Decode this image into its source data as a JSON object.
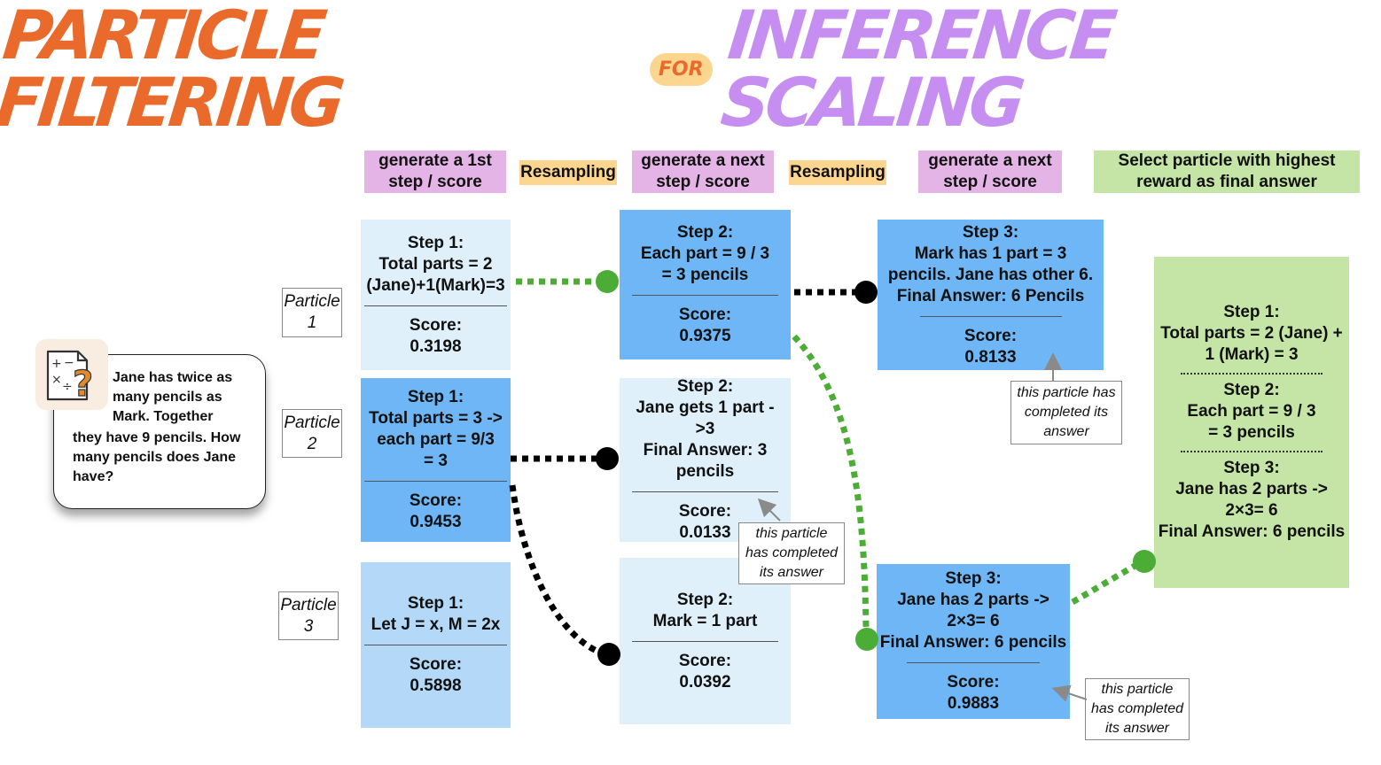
{
  "title": {
    "left": "PARTICLE FILTERING",
    "connector": "FOR",
    "right": "INFERENCE SCALING",
    "left_color": "#ea6a2c",
    "right_color": "#c68ef0"
  },
  "headers": {
    "gen1": "generate a 1st\nstep / score",
    "resample1": "Resampling",
    "gen2": "generate a next\nstep / score",
    "resample2": "Resampling",
    "gen3": "generate a next\nstep / score",
    "select": "Select particle with highest\nreward as final answer"
  },
  "question": {
    "lines": [
      "Jane has twice as",
      "many pencils as",
      "Mark. Together",
      "they have 9 pencils. How",
      "many pencils does Jane",
      "have?"
    ],
    "icon": "math-operations-question-icon"
  },
  "particles": [
    "Particle\n1",
    "Particle\n2",
    "Particle\n3"
  ],
  "steps": {
    "s1_p1": {
      "text": "Step 1:\nTotal parts = 2\n(Jane)+1(Mark)=3",
      "score": "Score:\n0.3198"
    },
    "s1_p2": {
      "text": "Step 1:\nTotal parts = 3 ->\neach part = 9/3\n= 3",
      "score": "Score:\n0.9453"
    },
    "s1_p3": {
      "text": "Step 1:\nLet J = x, M = 2x",
      "score": "Score:\n0.5898"
    },
    "s2_a": {
      "text": "Step 2:\nEach part = 9 / 3\n= 3 pencils",
      "score": "Score:\n0.9375"
    },
    "s2_b": {
      "text": "Step 2:\nJane gets 1 part ->3\nFinal Answer: 3\npencils",
      "score": "Score:\n0.0133"
    },
    "s2_c": {
      "text": "Step 2:\nMark = 1 part",
      "score": "Score:\n0.0392"
    },
    "s3_a": {
      "text": "Step 3:\nMark has 1 part = 3\npencils. Jane has other 6.\nFinal Answer: 6 Pencils",
      "score": "Score:\n0.8133"
    },
    "s3_b": {
      "text": "Step 3:\nJane has 2 parts ->\n2×3= 6\nFinal Answer: 6 pencils",
      "score": "Score:\n0.9883"
    }
  },
  "notes": {
    "n1": "this particle has\ncompleted its\nanswer",
    "n2": "this particle\nhas completed\nits answer",
    "n3": "this particle\nhas completed\nits answer"
  },
  "final": {
    "step1": "Step 1:\nTotal parts = 2 (Jane) +\n1 (Mark) = 3",
    "step2": "Step 2:\nEach part = 9 / 3\n= 3 pencils",
    "step3": "Step 3:\nJane has 2 parts ->\n2×3= 6\nFinal Answer: 6 pencils"
  },
  "colors": {
    "header_pink": "#e4b4e6",
    "header_yellow": "#fcd58f",
    "header_green": "#c4e5a6",
    "box_light": "#dff0fa",
    "box_mid": "#b4d9f8",
    "box_dark": "#6eb6f5",
    "link_green": "#4cad36",
    "link_black": "#000000"
  }
}
